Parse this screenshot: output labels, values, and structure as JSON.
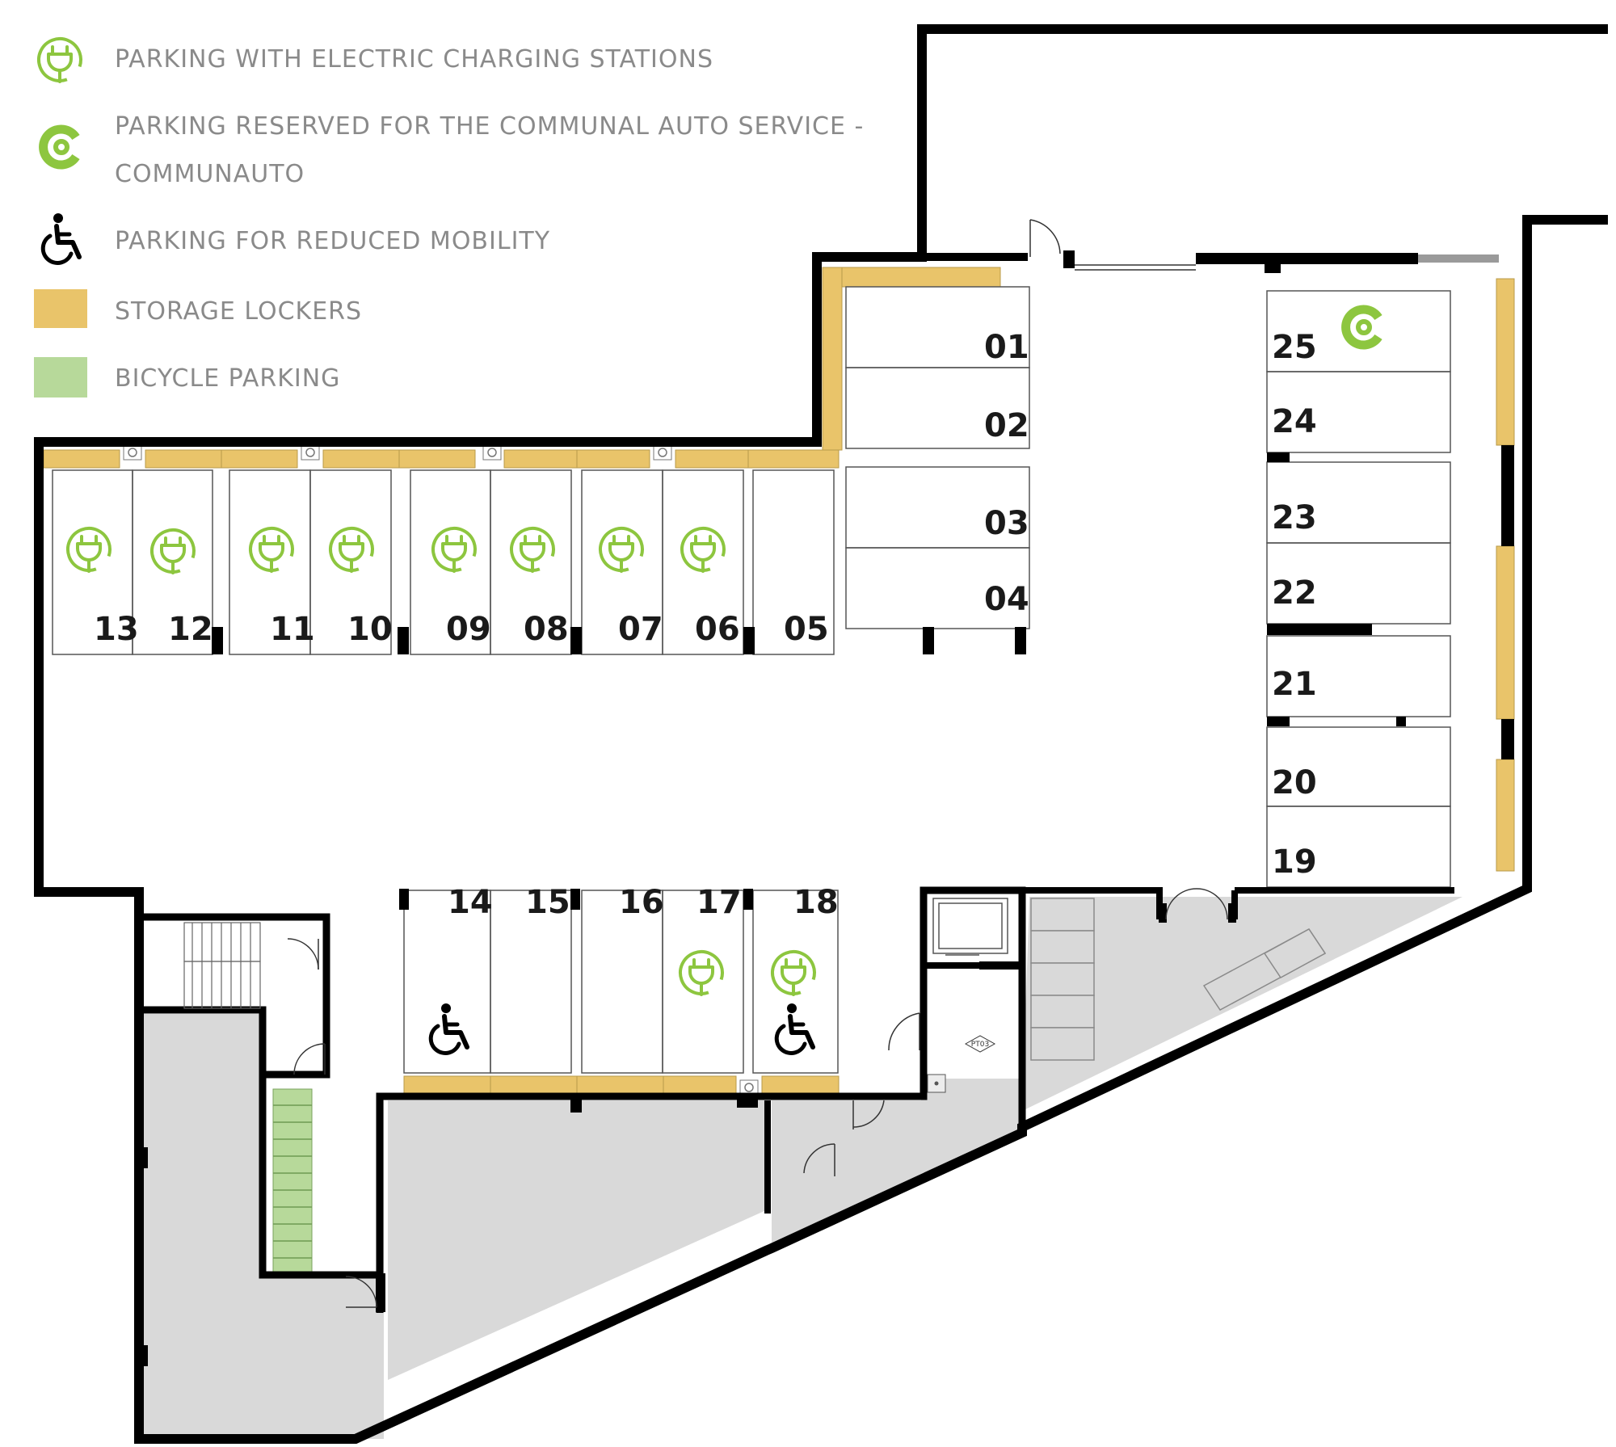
{
  "legend": {
    "ev": "PARKING WITH ELECTRIC CHARGING STATIONS",
    "communauto_line1": "PARKING RESERVED FOR THE COMMUNAL AUTO SERVICE -",
    "communauto_line2": "COMMUNAUTO",
    "reduced": "PARKING FOR REDUCED MOBILITY",
    "storage": "STORAGE LOCKERS",
    "bicycle": "BICYCLE PARKING"
  },
  "colors": {
    "ev_green": "#8dc63f",
    "communauto_green": "#8dc63f",
    "storage": "#e9c46a",
    "bicycle": "#b7d99a",
    "wall": "#000000",
    "service_area": "#d9d9d9"
  },
  "icons": {
    "ev": "ev-plug-icon",
    "communauto": "communauto-icon",
    "reduced": "wheelchair-icon"
  },
  "spots": {
    "s01": "01",
    "s02": "02",
    "s03": "03",
    "s04": "04",
    "s05": "05",
    "s06": "06",
    "s07": "07",
    "s08": "08",
    "s09": "09",
    "s10": "10",
    "s11": "11",
    "s12": "12",
    "s13": "13",
    "s14": "14",
    "s15": "15",
    "s16": "16",
    "s17": "17",
    "s18": "18",
    "s19": "19",
    "s20": "20",
    "s21": "21",
    "s22": "22",
    "s23": "23",
    "s24": "24",
    "s25": "25"
  },
  "labels": {
    "pt03": "PT03"
  }
}
